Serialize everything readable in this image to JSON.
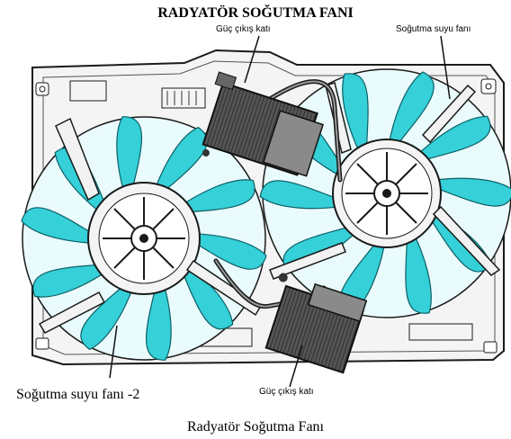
{
  "title": "RADYATÖR SOĞUTMA FANI",
  "labels": {
    "power_output_top": "Güç çıkış katı",
    "coolant_fan": "Soğutma suyu fanı",
    "coolant_fan_2": "Soğutma suyu fanı -2",
    "power_output_bottom": "Güç çıkış katı"
  },
  "caption": "Radyatör Soğutma Fanı",
  "colors": {
    "blade": "#35d0d8",
    "blade_dark": "#1f9aa6",
    "frame": "#f2f2f2",
    "outline": "#1a1a1a",
    "module": "#4a4a4a"
  }
}
